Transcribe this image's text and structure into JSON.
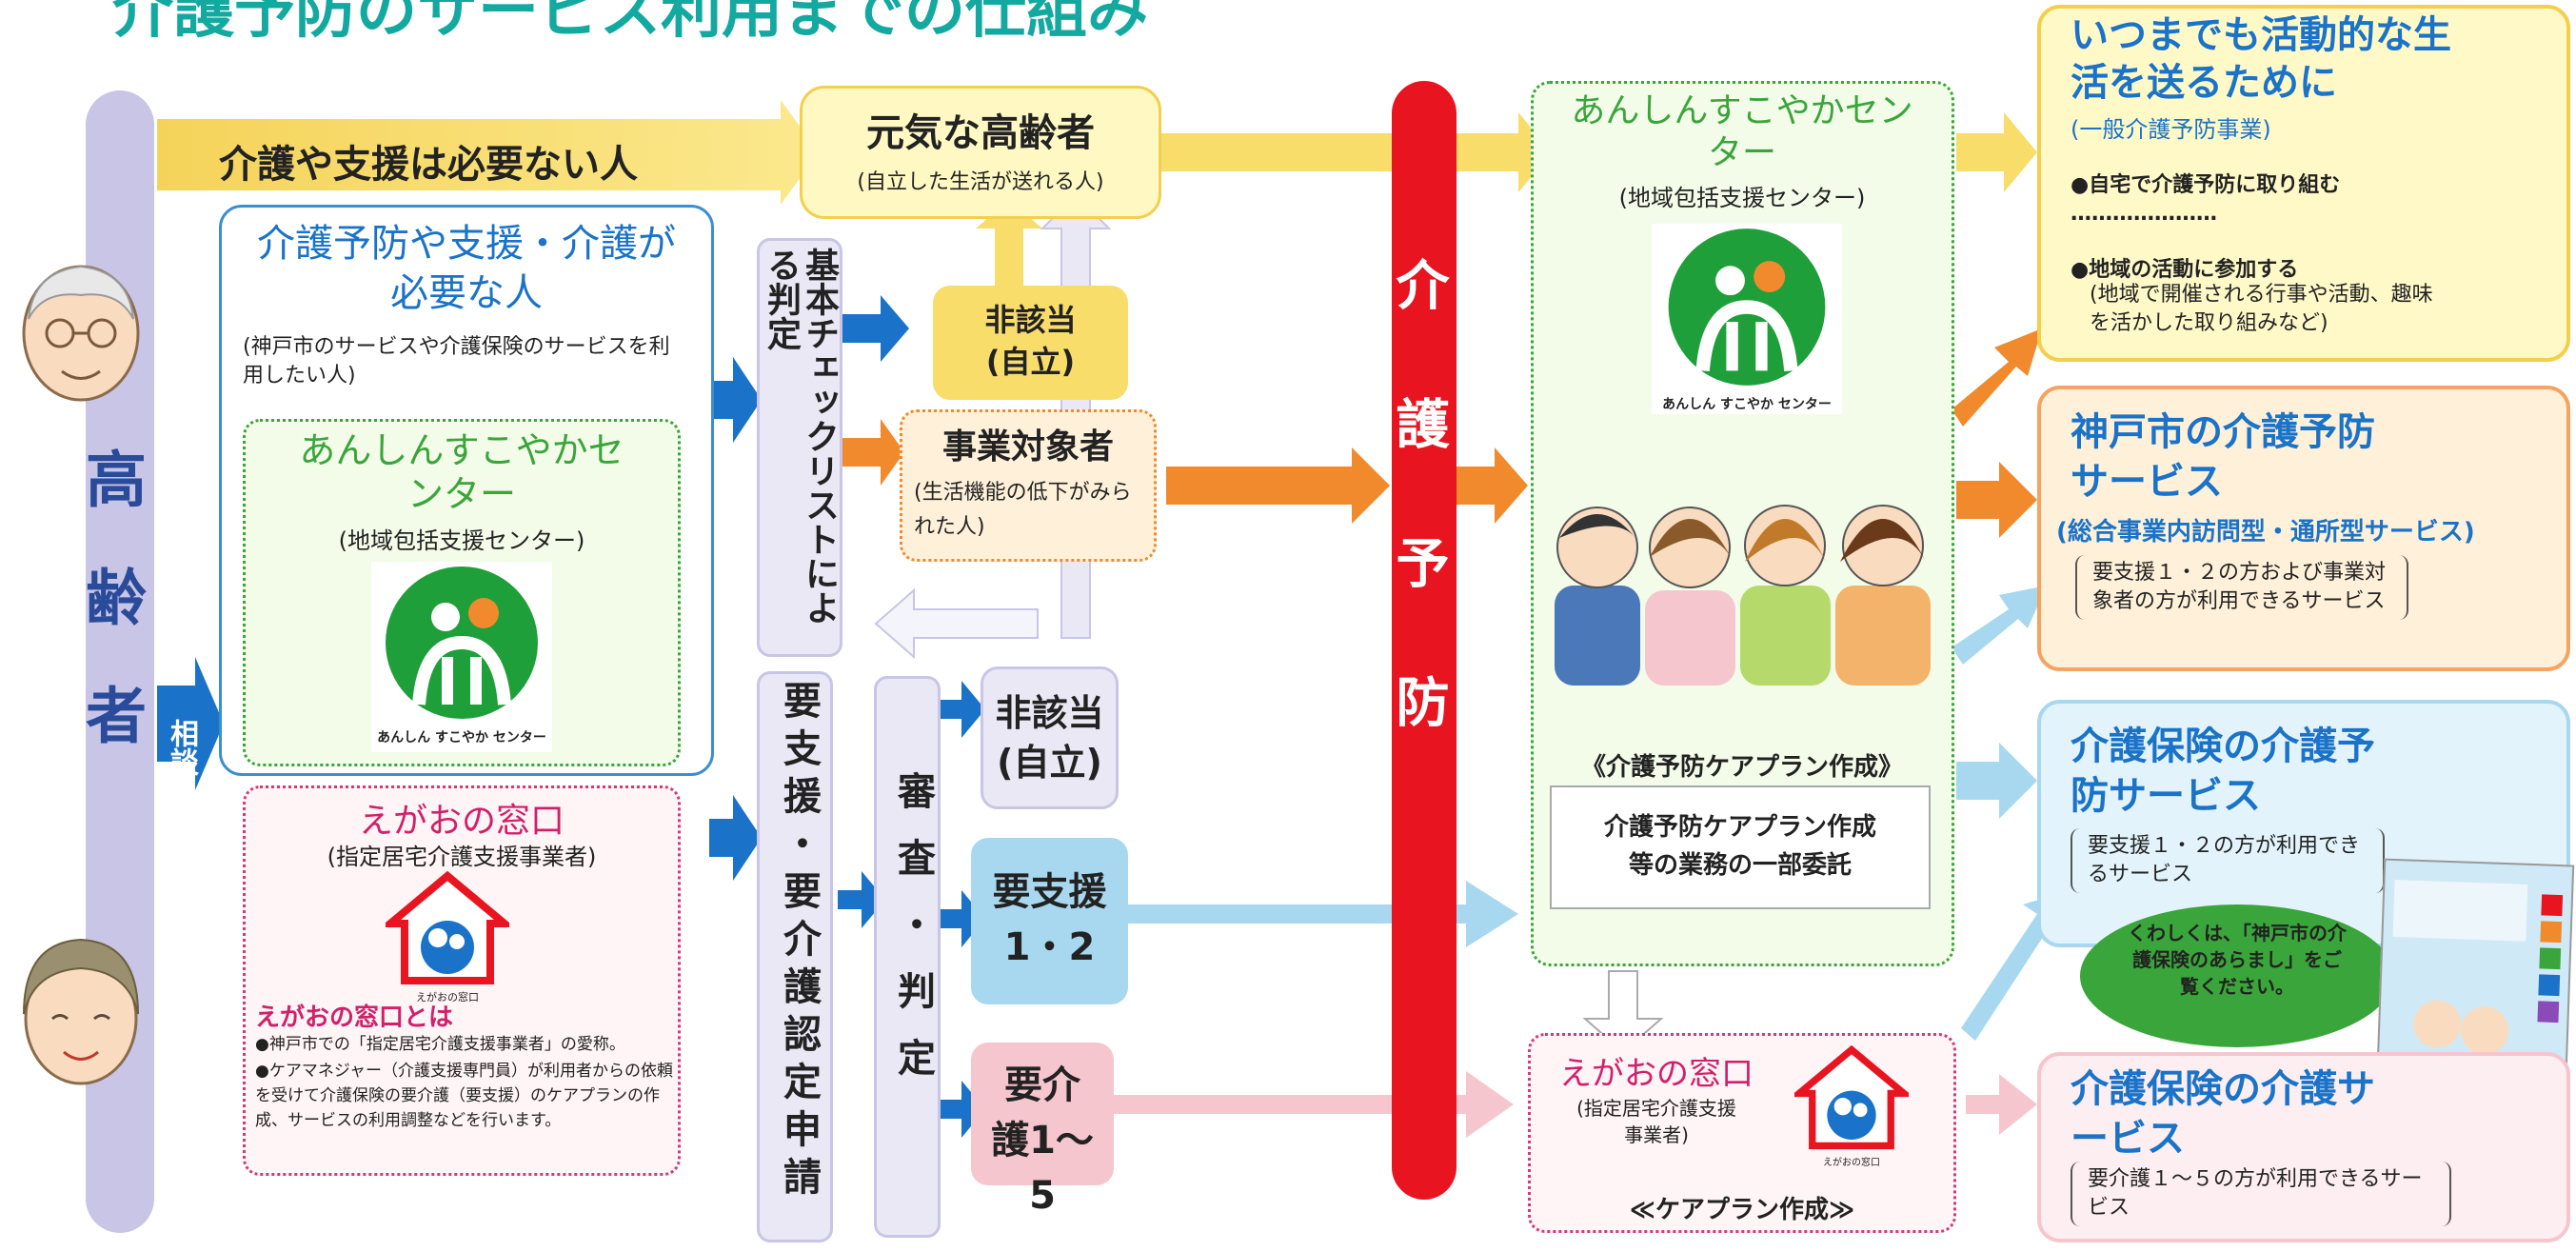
{
  "title": "介護予防のサービス利用までの仕組み",
  "colors": {
    "teal": "#13a9a0",
    "yellow": "#f7e27a",
    "lightYellow": "#fff8c2",
    "orange": "#f08a2c",
    "blue": "#1a73c8",
    "lightBlue": "#a7d8ef",
    "pink": "#f6c6cf",
    "red": "#e8141f",
    "lavender": "#c8c5e6",
    "green": "#3aa53a",
    "lightGreen": "#f3fbe9"
  },
  "left": {
    "elderly_label": "高齢者",
    "consult_label": "相談"
  },
  "top_row": {
    "no_need": "介護や支援は必要ない人",
    "genki_title": "元気な高齢者",
    "genki_sub": "(自立した生活が送れる人)"
  },
  "need_box": {
    "title": "介護予防や支援・介護が必要な人",
    "sub": "(神戸市のサービスや介護保険のサービスを利用したい人)",
    "center_title": "あんしんすこやかセンター",
    "center_sub": "(地域包括支援センター)",
    "logo_caption": "あんしん すこやか センター"
  },
  "egao_box": {
    "title": "えがおの窓口",
    "sub": "(指定居宅介護支援事業者)",
    "logo_caption": "えがおの窓口",
    "about_title": "えがおの窓口とは",
    "bullet1": "●神戸市での「指定居宅介護支援事業者」の愛称。",
    "bullet2": "●ケアマネジャー（介護支援専門員）が利用者からの依頼を受けて介護保険の要介護（要支援）のケアプランの作成、サービスの利用調整などを行います。"
  },
  "checklist": "基本チェックリストによる判定",
  "application": "要支援・要介護認定申請",
  "review": "審査・判定",
  "results": {
    "gaito1": "非該当(自立)",
    "jigyo_title": "事業対象者",
    "jigyo_sub": "(生活機能の低下がみられた人)",
    "gaito2": "非該当(自立)",
    "yoshien": "要支援1・2",
    "yokaigo": "要介護1〜5"
  },
  "prevention_bar": "介護予防",
  "anshin_right": {
    "title": "あんしんすこやかセンター",
    "sub": "(地域包括支援センター)",
    "logo_caption": "あんしん すこやか センター",
    "careplan_heading": "《介護予防ケアプラン作成》",
    "careplan_box": "介護予防ケアプラン作成等の業務の一部委託"
  },
  "egao_right": {
    "title": "えがおの窓口",
    "sub": "(指定居宅介護支援事業者)",
    "logo_caption": "えがおの窓口",
    "footer": "≪ケアプラン作成≫"
  },
  "outcomes": {
    "o1_title": "いつまでも活動的な生活を送るために",
    "o1_sub": "(一般介護予防事業)",
    "o1_b1": "●自宅で介護予防に取り組む …………………",
    "o1_b2": "●地域の活動に参加する",
    "o1_b2_sub": "(地域で開催される行事や活動、趣味を活かした取り組みなど)",
    "o2_title": "神戸市の介護予防サービス",
    "o2_sub": "(総合事業内訪問型・通所型サービス)",
    "o2_note": "要支援１・２の方および事業対象者の方が利用できるサービス",
    "o3_title": "介護保険の介護予防サービス",
    "o3_note": "要支援１・２の方が利用できるサービス",
    "callout": "くわしくは、「神戸市の介護保険のあらまし」をご覧ください。",
    "o4_title": "介護保険の介護サービス",
    "o4_note": "要介護１〜５の方が利用できるサービス"
  }
}
